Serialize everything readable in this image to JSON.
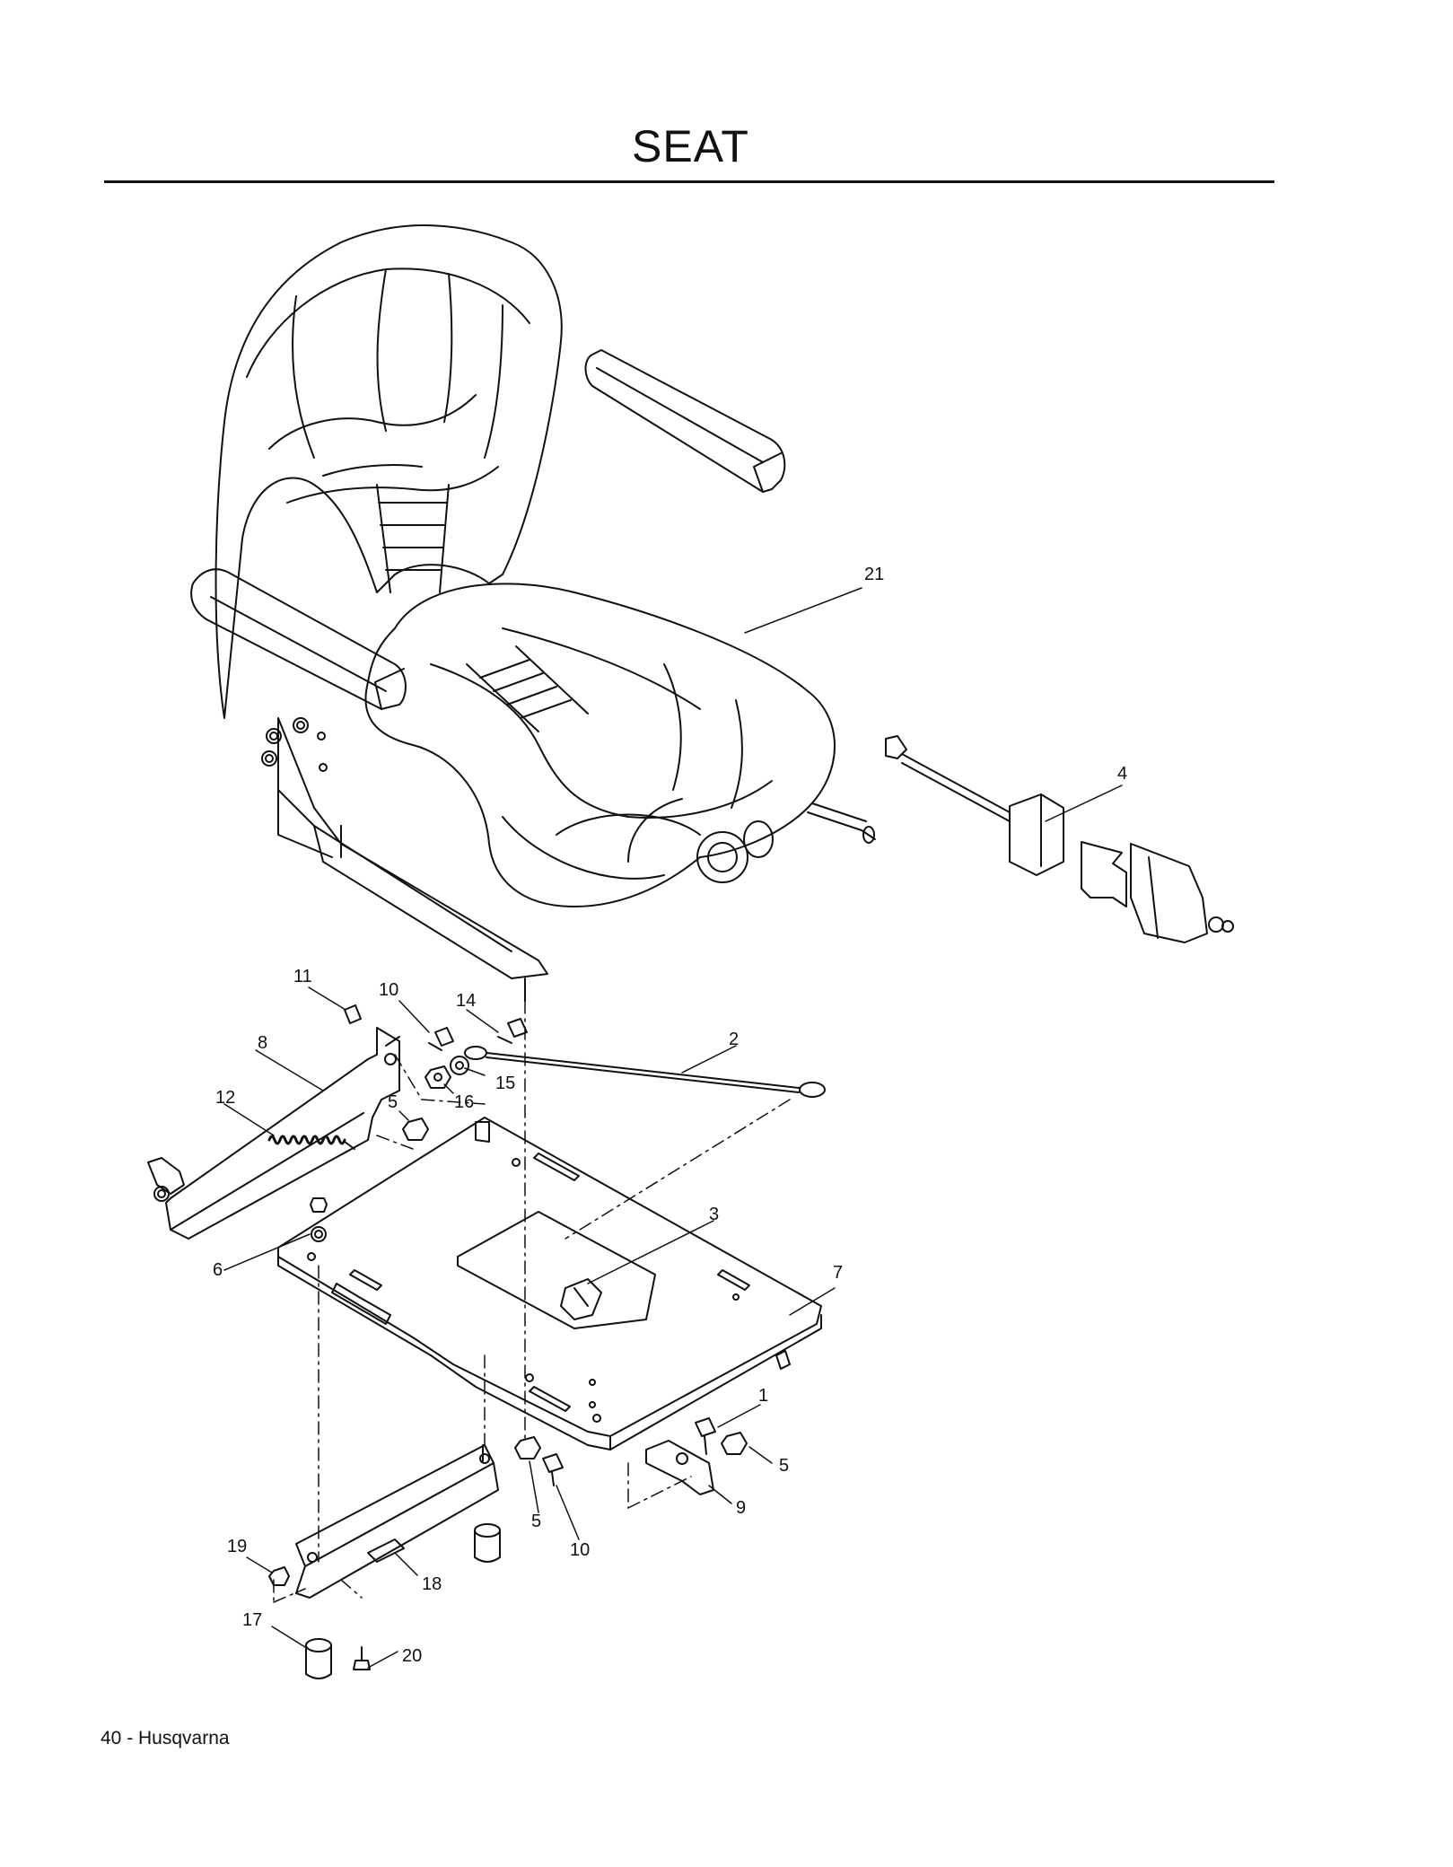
{
  "page": {
    "title": "SEAT",
    "footer": "40 - Husqvarna"
  },
  "callouts": {
    "c1": "1",
    "c2": "2",
    "c3": "3",
    "c4": "4",
    "c5a": "5",
    "c5b": "5",
    "c5c": "5",
    "c6": "6",
    "c7": "7",
    "c8": "8",
    "c9": "9",
    "c10a": "10",
    "c10b": "10",
    "c11": "11",
    "c12": "12",
    "c14": "14",
    "c15": "15",
    "c16": "16",
    "c17": "17",
    "c18": "18",
    "c19": "19",
    "c20": "20",
    "c21": "21"
  },
  "colors": {
    "ink": "#111111",
    "paper": "#ffffff"
  }
}
